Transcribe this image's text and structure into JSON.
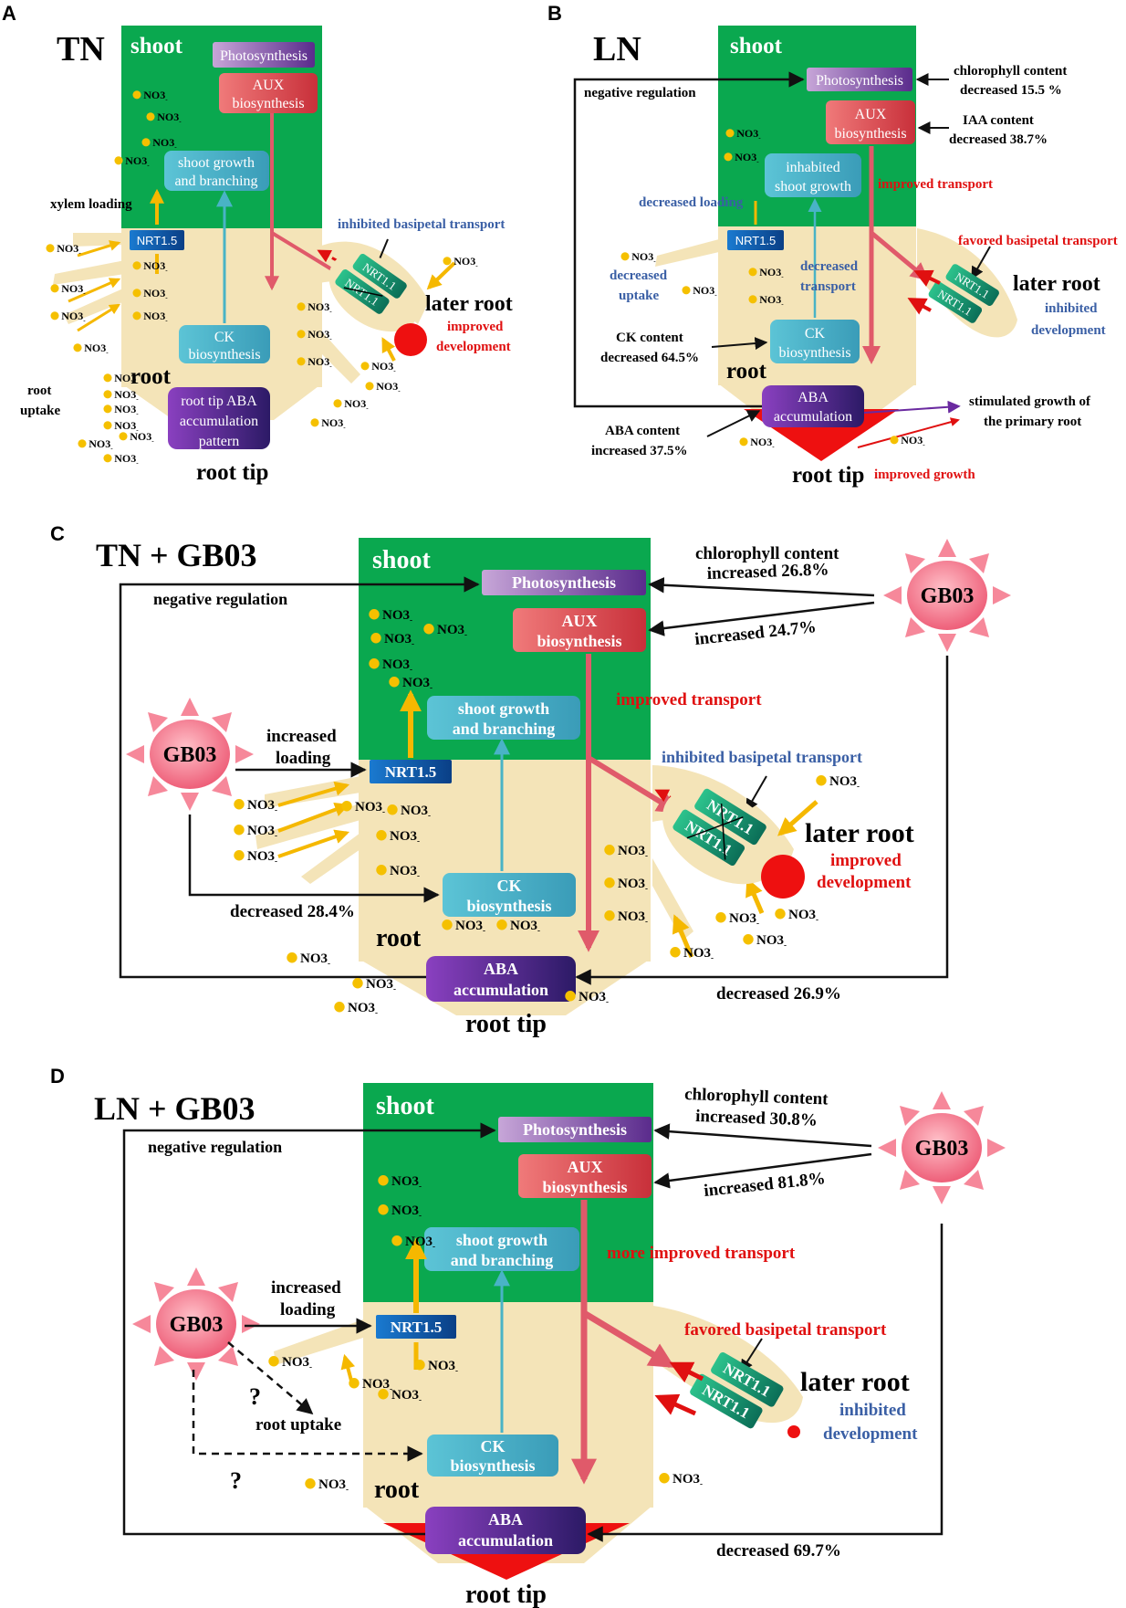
{
  "panels": {
    "A": {
      "letter": "A",
      "title": "TN",
      "shoot": "shoot",
      "root": "root",
      "root_tip": "root tip",
      "photosynthesis": "Photosynthesis",
      "aux": [
        "AUX",
        "biosynthesis"
      ],
      "shoot_growth": [
        "shoot growth",
        "and branching"
      ],
      "nrt15": "NRT1.5",
      "ck": [
        "CK",
        "biosynthesis"
      ],
      "aba": [
        "root tip ABA",
        "accumulation",
        "pattern"
      ],
      "xylem_loading": "xylem loading",
      "root_uptake": [
        "root",
        "uptake"
      ],
      "inhibited_basipetal": "inhibited basipetal transport",
      "later_root": "later root",
      "improved_development": [
        "improved",
        "development"
      ],
      "nrt11": "NRT1.1",
      "no3": "NO3"
    },
    "B": {
      "letter": "B",
      "title": "LN",
      "shoot": "shoot",
      "root": "root",
      "root_tip": "root tip",
      "photosynthesis": "Photosynthesis",
      "aux": [
        "AUX",
        "biosynthesis"
      ],
      "shoot_growth": [
        "inhabited",
        "shoot growth"
      ],
      "nrt15": "NRT1.5",
      "ck": [
        "CK",
        "biosynthesis"
      ],
      "aba": [
        "ABA",
        "accumulation"
      ],
      "negative_regulation": "negative regulation",
      "chlorophyll": [
        "chlorophyll content",
        "decreased 15.5 %"
      ],
      "iaa": [
        "IAA content",
        "decreased 38.7%"
      ],
      "improved_transport": "improved transport",
      "decreased_loading": "decreased loading",
      "decreased_uptake": [
        "decreased",
        "uptake"
      ],
      "decreased_transport": [
        "decreased",
        "transport"
      ],
      "favored_basipetal": "favored basipetal transport",
      "later_root": "later root",
      "inhibited_development": [
        "inhibited",
        "development"
      ],
      "ck_content": [
        "CK content",
        "decreased 64.5%"
      ],
      "stimulated": [
        "stimulated growth of",
        "the primary root"
      ],
      "aba_content": [
        "ABA content",
        "increased 37.5%"
      ],
      "improved_growth": "improved growth",
      "nrt11": "NRT1.1",
      "no3": "NO3"
    },
    "C": {
      "letter": "C",
      "title": "TN + GB03",
      "shoot": "shoot",
      "root": "root",
      "root_tip": "root tip",
      "photosynthesis": "Photosynthesis",
      "aux": [
        "AUX",
        "biosynthesis"
      ],
      "shoot_growth": [
        "shoot growth",
        "and branching"
      ],
      "nrt15": "NRT1.5",
      "ck": [
        "CK",
        "biosynthesis"
      ],
      "aba": [
        "ABA",
        "accumulation"
      ],
      "negative_regulation": "negative regulation",
      "chlorophyll": [
        "chlorophyll content",
        "increased 26.8%"
      ],
      "aux_increase": "increased 24.7%",
      "gb03": "GB03",
      "improved_transport": "improved transport",
      "increased_loading": [
        "increased",
        "loading"
      ],
      "inhibited_basipetal": "inhibited basipetal transport",
      "later_root": "later root",
      "improved_development": [
        "improved",
        "development"
      ],
      "ck_decrease": "decreased 28.4%",
      "aba_decrease": "decreased 26.9%",
      "nrt11": "NRT1.1",
      "no3": "NO3"
    },
    "D": {
      "letter": "D",
      "title": "LN + GB03",
      "shoot": "shoot",
      "root": "root",
      "root_tip": "root tip",
      "photosynthesis": "Photosynthesis",
      "aux": [
        "AUX",
        "biosynthesis"
      ],
      "shoot_growth": [
        "shoot growth",
        "and branching"
      ],
      "nrt15": "NRT1.5",
      "ck": [
        "CK",
        "biosynthesis"
      ],
      "aba": [
        "ABA",
        "accumulation"
      ],
      "negative_regulation": "negative regulation",
      "chlorophyll": [
        "chlorophyll content",
        "increased 30.8%"
      ],
      "aux_increase": "increased 81.8%",
      "gb03": "GB03",
      "more_improved": "more improved transport",
      "increased_loading": [
        "increased",
        "loading"
      ],
      "root_uptake": "root uptake",
      "question": "?",
      "favored_basipetal": "favored basipetal transport",
      "later_root": "later root",
      "inhibited_development": [
        "inhibited",
        "development"
      ],
      "aba_decrease": "decreased 69.7%",
      "nrt11": "NRT1.1",
      "no3": "NO3"
    }
  },
  "colors": {
    "shoot_green": "#0aa84f",
    "root_beige": "#f4e4b8",
    "auxin_red": "#e8535a",
    "nitrate_yellow": "#f5c000",
    "nrt15_blue": "#1565c0",
    "ck_teal": "#49b3c6",
    "aba_purple": "#5b2a90",
    "nrt11_green": "#159a6a",
    "gb03_pink": "#f06080",
    "red_text": "#e01010",
    "blue_text": "#3a5fa5"
  }
}
